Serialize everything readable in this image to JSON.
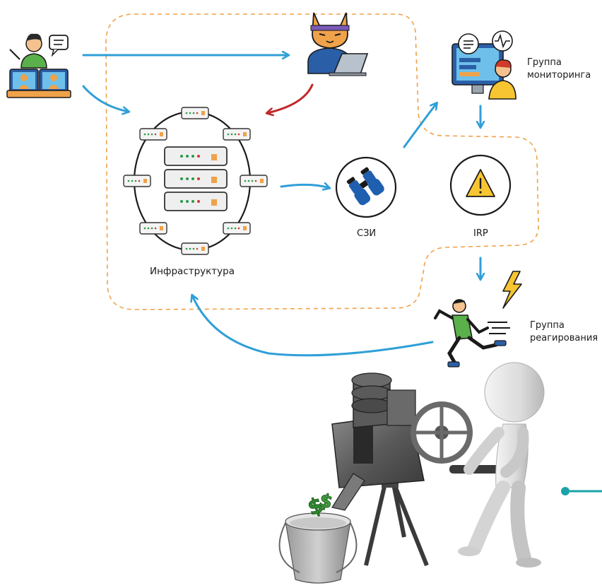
{
  "labels": {
    "infrastructure": "Инфраструктура",
    "szi": "СЗИ",
    "irp": "IRP",
    "monitoring_line1": "Группа",
    "monitoring_line2": "мониторинга",
    "response_line1": "Группа",
    "response_line2": "реагирования"
  },
  "colors": {
    "flow_arrow": "#2f9fd8",
    "attack_arrow": "#c0282a",
    "dashed_boundary": "#f0a24a",
    "teal_accent": "#1aa3a8",
    "warning_yellow": "#f7c531",
    "binoculars_blue": "#1f5fb0"
  }
}
